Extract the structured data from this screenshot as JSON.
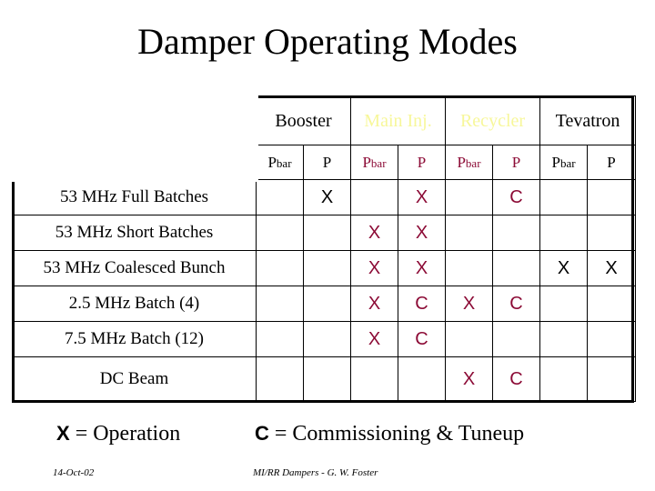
{
  "slide": {
    "title": "Damper Operating Modes"
  },
  "table": {
    "groups": [
      {
        "name": "Booster",
        "label": "Booster",
        "highlight": false
      },
      {
        "name": "Main Inj.",
        "label": "Main Inj.",
        "highlight": true
      },
      {
        "name": "Recycler",
        "label": "Recycler",
        "highlight": true
      },
      {
        "name": "Tevatron",
        "label": "Tevatron",
        "highlight": false
      }
    ],
    "subheaders": [
      {
        "label": "Pbar",
        "main": "P",
        "sub": "bar",
        "highlight": false
      },
      {
        "label": "P",
        "main": "P",
        "sub": "",
        "highlight": false
      },
      {
        "label": "Pbar",
        "main": "P",
        "sub": "bar",
        "highlight": true
      },
      {
        "label": "P",
        "main": "P",
        "sub": "",
        "highlight": true
      },
      {
        "label": "Pbar",
        "main": "P",
        "sub": "bar",
        "highlight": true
      },
      {
        "label": "P",
        "main": "P",
        "sub": "",
        "highlight": true
      },
      {
        "label": "Pbar",
        "main": "P",
        "sub": "bar",
        "highlight": false
      },
      {
        "label": "P",
        "main": "P",
        "sub": "",
        "highlight": false
      }
    ],
    "rows": [
      {
        "label": "53 MHz Full Batches",
        "cells": [
          "",
          "X",
          "",
          "X",
          "",
          "C",
          "",
          ""
        ]
      },
      {
        "label": "53 MHz Short Batches",
        "cells": [
          "",
          "",
          "X",
          "X",
          "",
          "",
          "",
          ""
        ]
      },
      {
        "label": "53 MHz Coalesced Bunch",
        "cells": [
          "",
          "",
          "X",
          "X",
          "",
          "",
          "X",
          "X"
        ]
      },
      {
        "label": "2.5 MHz Batch (4)",
        "cells": [
          "",
          "",
          "X",
          "C",
          "X",
          "C",
          "",
          ""
        ]
      },
      {
        "label": "7.5 MHz Batch (12)",
        "cells": [
          "",
          "",
          "X",
          "C",
          "",
          "",
          "",
          ""
        ]
      },
      {
        "label": "DC Beam",
        "cells": [
          "",
          "",
          "",
          "",
          "X",
          "C",
          "",
          ""
        ]
      }
    ]
  },
  "legend": {
    "operation_glyph": "X",
    "operation_text": "= Operation",
    "commissioning_glyph": "C",
    "commissioning_text": "= Commissioning & Tuneup"
  },
  "footer": {
    "date": "14-Oct-02",
    "credit": "MI/RR Dampers - G. W. Foster"
  },
  "colors": {
    "header_blue": "#2B2BB5",
    "header_yellow": "#F7F79A",
    "cell_lightblue": "#CBE7F8",
    "mark_red": "#8C0B36",
    "mark_black": "#000000"
  }
}
